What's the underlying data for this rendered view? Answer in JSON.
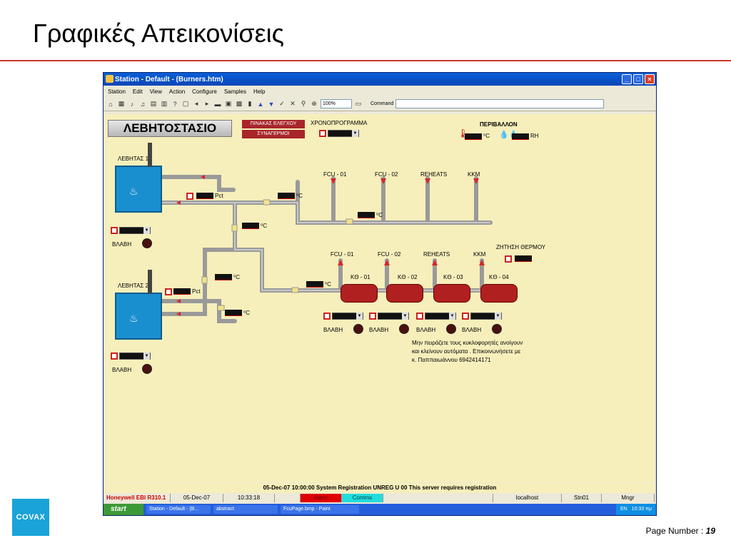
{
  "slide": {
    "title": "Γραφικές Απεικονίσεις",
    "logo_text": "COVAX",
    "page_label": "Page Number : ",
    "page_number": "19"
  },
  "window": {
    "title": "Station - Default - (Burners.htm)",
    "menu": [
      "Station",
      "Edit",
      "View",
      "Action",
      "Configure",
      "Samples",
      "Help"
    ],
    "zoom": "100%",
    "command_label": "Command"
  },
  "scada": {
    "heading": "ΛΕΒΗΤΟΣΤΑΣΙΟ",
    "btn_panel": "ΠΙΝΑΚΑΣ ΕΛΕΓΧΟΥ",
    "btn_alarms": "ΣΥΝΑΓΕΡΜΟΙ",
    "schedule": "ΧΡΟΝΟΠΡΟΓΡΑΜΜΑ",
    "environment": "ΠΕΡΙΒΑΛΛΟΝ",
    "unit_c": "⁰C",
    "unit_rh": "RH",
    "unit_pct": "Pct",
    "boiler1": "ΛΕΒΗΤΑΣ 1",
    "boiler2": "ΛΕΒΗΤΑΣ 2",
    "fault": "ΒΛΑΒΗ",
    "branches_top": [
      "FCU - 01",
      "FCU - 02",
      "REHEATS",
      "KKM"
    ],
    "branches_bottom": [
      "FCU - 01",
      "FCU - 02",
      "REHEATS",
      "KKM"
    ],
    "pumps": [
      "KΘ - 01",
      "KΘ - 02",
      "KΘ - 03",
      "KΘ - 04"
    ],
    "demand": "ΖΗΤΗΣΗ ΘΕΡΜΟΥ",
    "note": [
      "Μην πειράζετε τους κυκλοφορητές ανοίγουν",
      "και κλείνουν αυτόματα . Επικοινωνήσετε με",
      "κ. Παππαιωάννου 6942414171"
    ]
  },
  "status": {
    "message": "05-Dec-07  10:00:00  System  Registration   UNREG   U 00  This server requires registration",
    "product": "Honeywell EBI R310.1",
    "date": "05-Dec-07",
    "time": "10:33:18",
    "alarm": "Alarm",
    "comms": "Comms",
    "host": "localhost",
    "station": "Stn01",
    "user": "Mngr"
  },
  "taskbar": {
    "start": "start",
    "tasks": [
      "Station - Default - (B...",
      "abstract",
      "FcuPage.bmp - Paint"
    ],
    "lang": "EN",
    "clock": "10:33 πμ"
  },
  "colors": {
    "accent_rule": "#c0392b",
    "canvas": "#f6efbb",
    "boiler": "#1a8fd0",
    "pump": "#b02020"
  }
}
